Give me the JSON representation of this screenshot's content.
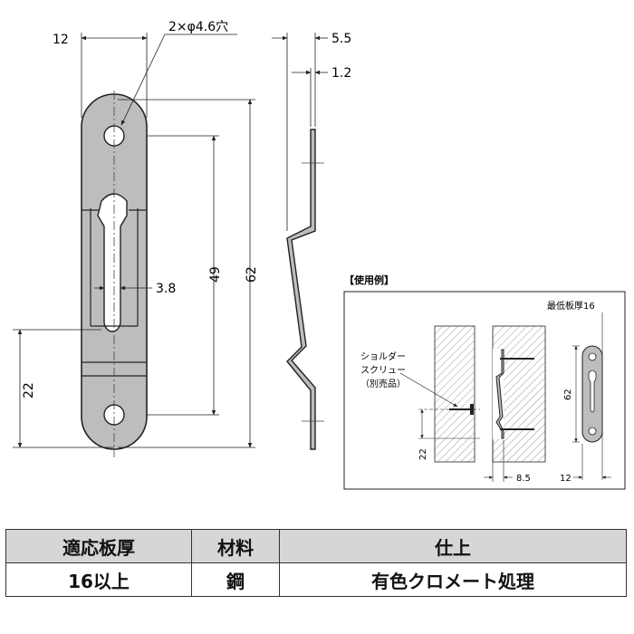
{
  "drawing": {
    "front_view": {
      "dim_width": "12",
      "dim_hole": "2×φ4.6穴",
      "dim_slot": "3.8",
      "dim_hole_pitch": "49",
      "dim_length": "62",
      "dim_bottom": "22"
    },
    "side_view": {
      "dim_depth": "5.5",
      "dim_thickness": "1.2"
    },
    "usage": {
      "title": "【使用例】",
      "min_board": "最低板厚16",
      "screw_line1": "ショルダー",
      "screw_line2": "スクリュー",
      "screw_line3": "（別売品）",
      "dim_height": "62",
      "dim_offset": "8.5",
      "dim_width": "12",
      "dim_bottom": "22"
    }
  },
  "spec_table": {
    "headers": [
      "適応板厚",
      "材料",
      "仕上"
    ],
    "values": [
      "16以上",
      "鋼",
      "有色クロメート処理"
    ]
  },
  "colors": {
    "part_fill": "#bdbdbd",
    "line": "#222222",
    "header_bg": "#d6d6d6"
  }
}
